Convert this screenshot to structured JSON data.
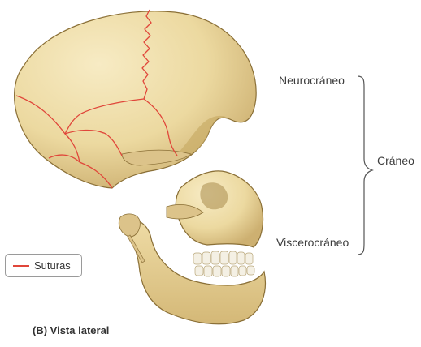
{
  "labels": {
    "neurocraneo": "Neurocráneo",
    "viscerocraneo": "Viscerocráneo",
    "craneo": "Cráneo"
  },
  "legend": {
    "label": "Suturas",
    "swatch_color": "#e0463a"
  },
  "caption": "(B) Vista lateral",
  "colors": {
    "bone": "#ecd9a0",
    "bone_shadow": "#c9ac66",
    "bone_outline": "#8a6f36",
    "suture": "#e0463a",
    "teeth": "#f4f0e4",
    "bracket": "#555555"
  }
}
